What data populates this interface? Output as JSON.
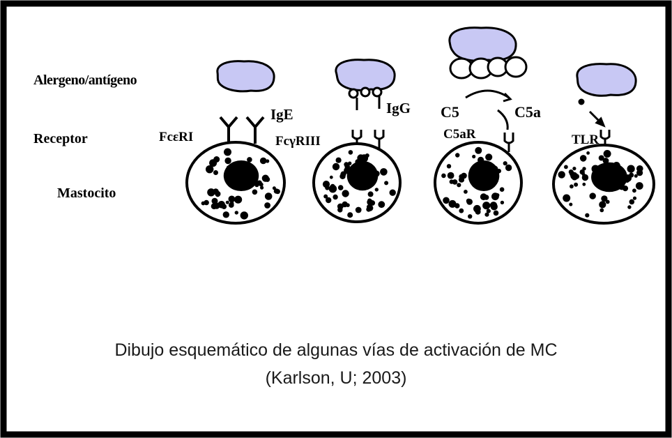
{
  "row_labels": {
    "allergen": "Alergeno/antígeno",
    "receptor": "Receptor",
    "mast_cell": "Mastocito"
  },
  "pathways": [
    {
      "receptor": "FcεRI",
      "antibody": "IgE"
    },
    {
      "receptor": "FcγRIII",
      "antibody": "IgG"
    },
    {
      "receptor": "C5aR",
      "complement_in": "C5",
      "complement_out": "C5a"
    },
    {
      "receptor": "TLR"
    }
  ],
  "caption": {
    "line1": "Dibujo esquemático de algunas vías de activación de MC",
    "line2": "(Karlson, U; 2003)"
  },
  "colors": {
    "antigen_fill": "#c8c8f4",
    "outline": "#000000",
    "caption_text": "#1a1a1a"
  }
}
